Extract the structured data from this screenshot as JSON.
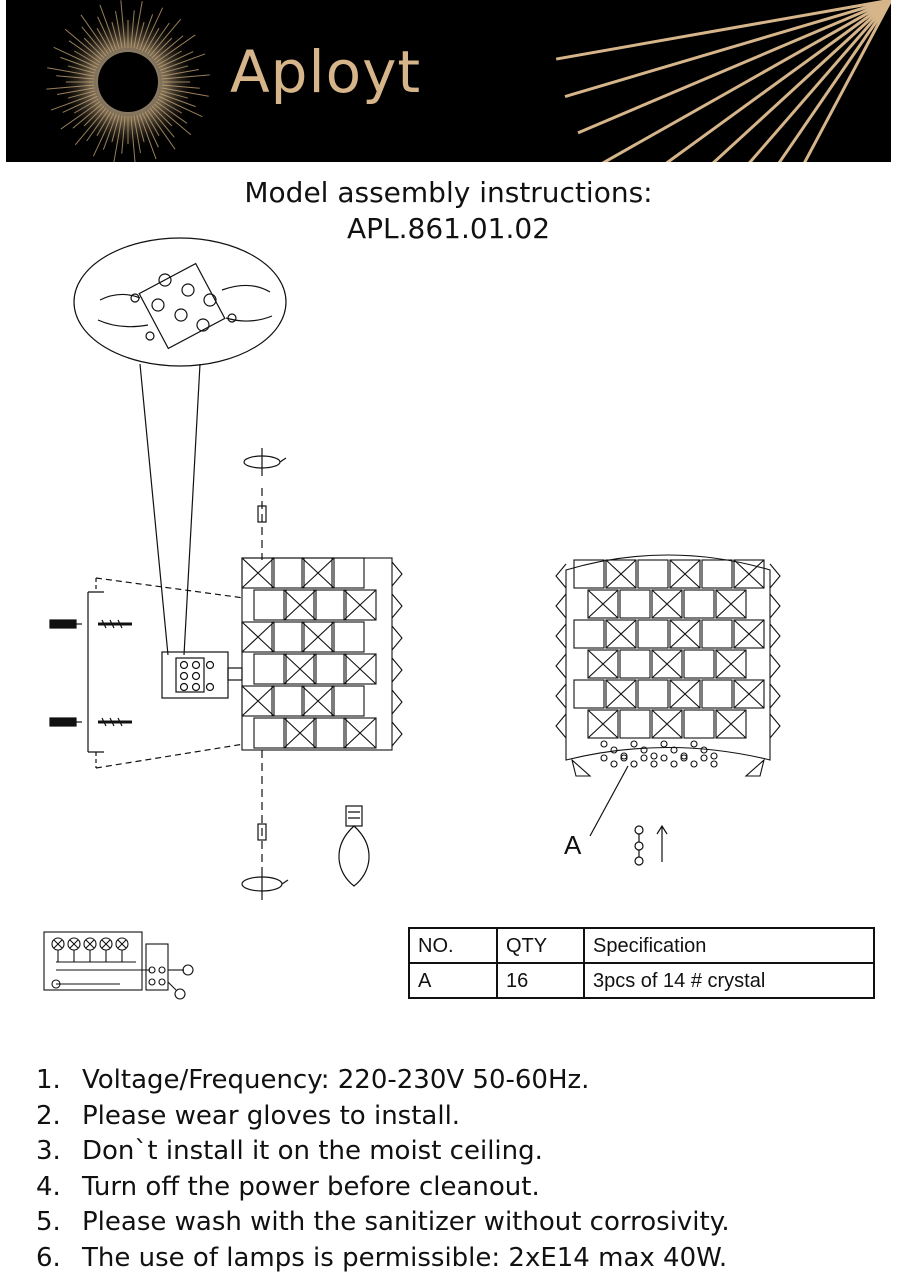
{
  "header": {
    "brand": "Aployt",
    "colors": {
      "background": "#000000",
      "gold": "#d6b58a"
    }
  },
  "title": {
    "line1": "Model assembly instructions:",
    "line2": "APL.861.01.02"
  },
  "figure": {
    "callout_label": "A"
  },
  "spec_table": {
    "headers": [
      "NO.",
      "QTY",
      "Specification"
    ],
    "rows": [
      [
        "A",
        "16",
        "3pcs of 14 # crystal"
      ]
    ]
  },
  "notes": [
    {
      "num": "1.",
      "text": "Voltage/Frequency: 220-230V 50-60Hz."
    },
    {
      "num": "2.",
      "text": "Please wear gloves to install."
    },
    {
      "num": "3.",
      "text": "Don`t install it on the moist ceiling."
    },
    {
      "num": "4.",
      "text": "Turn off the power before cleanout."
    },
    {
      "num": "5.",
      "text": "Please wash with the sanitizer without corrosivity."
    },
    {
      "num": "6.",
      "text": "The use of lamps is permissible: 2xE14 max 40W."
    }
  ]
}
